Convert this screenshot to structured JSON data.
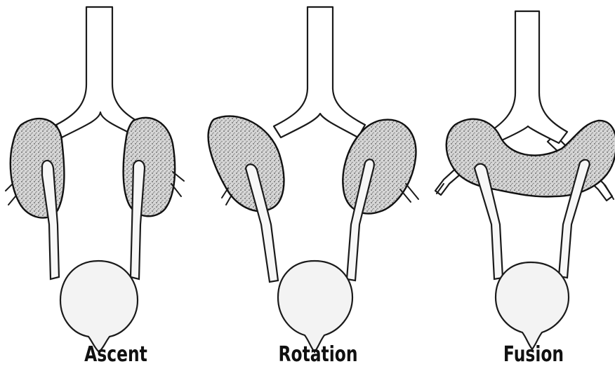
{
  "stages": [
    {
      "id": "ascent",
      "caption": "Ascent"
    },
    {
      "id": "rotation",
      "caption": "Rotation"
    },
    {
      "id": "fusion",
      "caption": "Fusion"
    }
  ]
}
